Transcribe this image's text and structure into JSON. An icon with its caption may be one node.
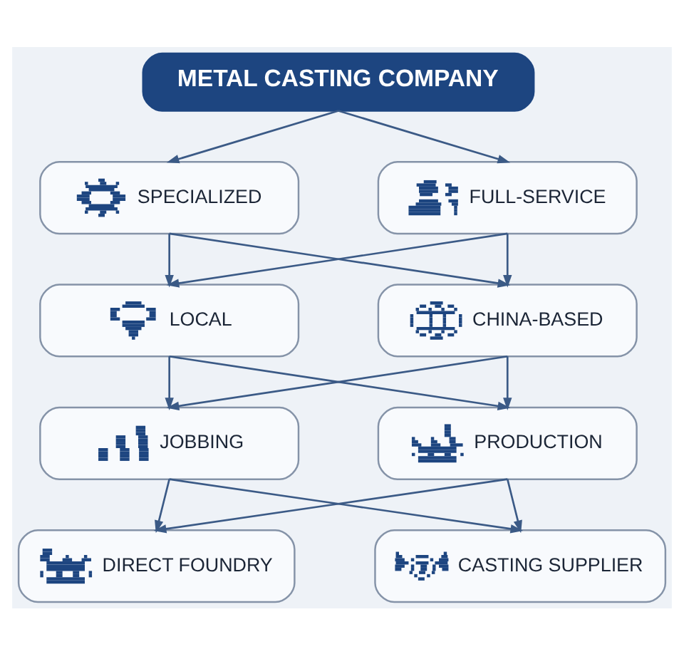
{
  "diagram": {
    "nodes": [
      {
        "text": [
          "METAL CASTING COMPANY"
        ]
      },
      {
        "text": [
          "SPECIALIZED"
        ]
      },
      {
        "text": [
          "FULL-SERVICE"
        ]
      },
      {
        "text": [
          "LOCAL"
        ]
      },
      {
        "text": [
          "CHINA-BASED"
        ]
      },
      {
        "text": [
          "JOBBING"
        ]
      },
      {
        "text": [
          "PRODUCTION"
        ]
      },
      {
        "text": [
          "DIRECT FOUNDRY"
        ]
      },
      {
        "text": [
          "CASTING SUPPLIER"
        ]
      }
    ],
    "edges": [
      {
        "from": 0,
        "to": 1,
        "arrow": "to"
      },
      {
        "from": 0,
        "to": 2,
        "arrow": "to"
      },
      {
        "from": 1,
        "to": 3,
        "arrow": "to"
      },
      {
        "from": 1,
        "to": 4,
        "arrow": "to"
      },
      {
        "from": 2,
        "to": 3,
        "arrow": "to"
      },
      {
        "from": 2,
        "to": 4,
        "arrow": "to"
      },
      {
        "from": 3,
        "to": 5,
        "arrow": "to"
      },
      {
        "from": 3,
        "to": 6,
        "arrow": "to"
      },
      {
        "from": 4,
        "to": 5,
        "arrow": "to"
      },
      {
        "from": 4,
        "to": 6,
        "arrow": "to"
      },
      {
        "from": 5,
        "to": 7,
        "arrow": "to"
      },
      {
        "from": 5,
        "to": 8,
        "arrow": "to"
      },
      {
        "from": 6,
        "to": 7,
        "arrow": "to"
      },
      {
        "from": 6,
        "to": 8,
        "arrow": "to"
      }
    ]
  }
}
